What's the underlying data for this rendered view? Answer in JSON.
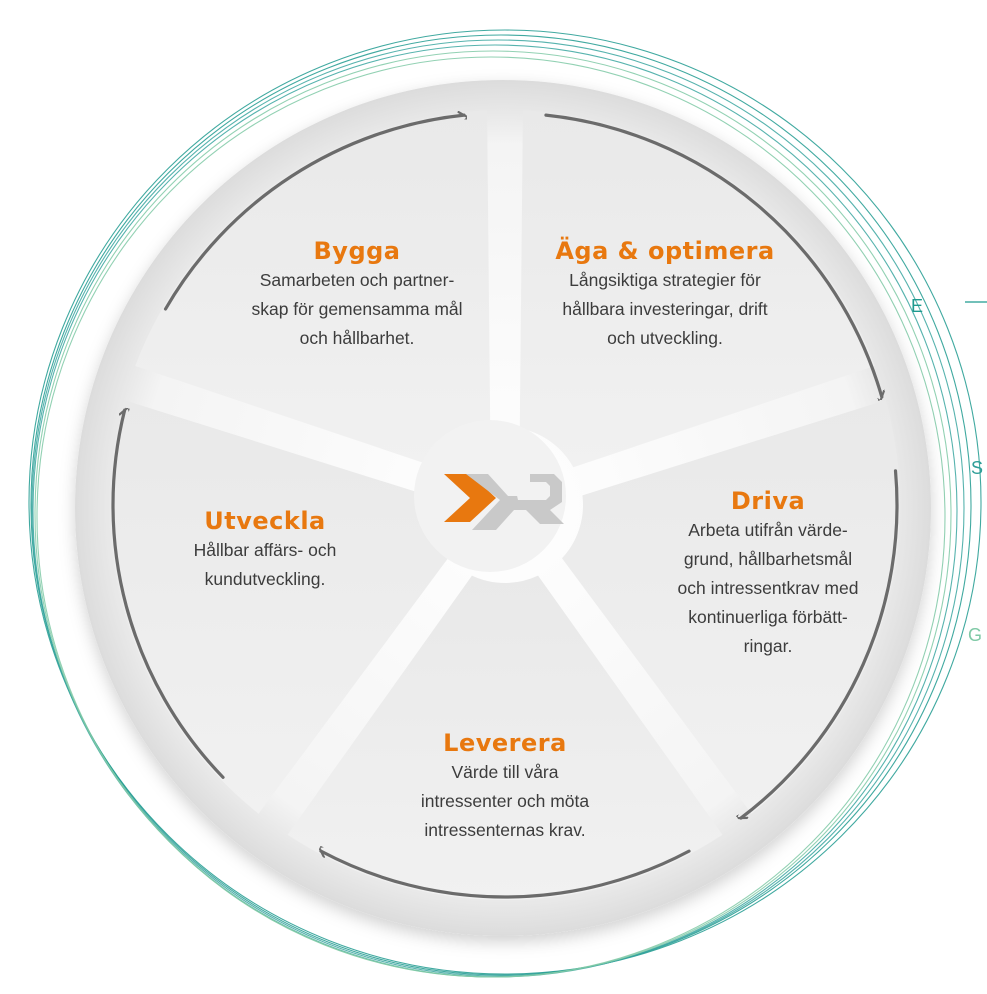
{
  "segments": [
    {
      "id": "bygga",
      "title": "Bygga",
      "desc": [
        "Samarbeten och partner-",
        "skap för gemensamma mål",
        "och hållbarhet."
      ]
    },
    {
      "id": "aga",
      "title": "Äga & optimera",
      "desc": [
        "Långsiktiga strategier för",
        "hållbara investeringar, drift",
        "och utveckling."
      ]
    },
    {
      "id": "driva",
      "title": "Driva",
      "desc": [
        "Arbeta utifrån värde-",
        "grund, hållbarhetsmål",
        "och intressentkrav med",
        "kontinuerliga förbätt-",
        "ringar."
      ]
    },
    {
      "id": "leverera",
      "title": "Leverera",
      "desc": [
        "Värde till våra",
        "intressenter och möta",
        "intressenternas krav."
      ]
    },
    {
      "id": "utveckla",
      "title": "Utveckla",
      "desc": [
        "Hållbar affärs- och",
        "kundutveckling."
      ]
    }
  ],
  "esg": [
    "E",
    "S",
    "G"
  ],
  "colors": {
    "accent": "#e8780f",
    "ring_e": "#1e9a8f",
    "ring_s": "#3aa6a0",
    "ring_g": "#7fc9a6",
    "segment": "#ececec",
    "arrow": "#6b6b6b"
  },
  "logo": {
    "icon": "xr-logo"
  }
}
